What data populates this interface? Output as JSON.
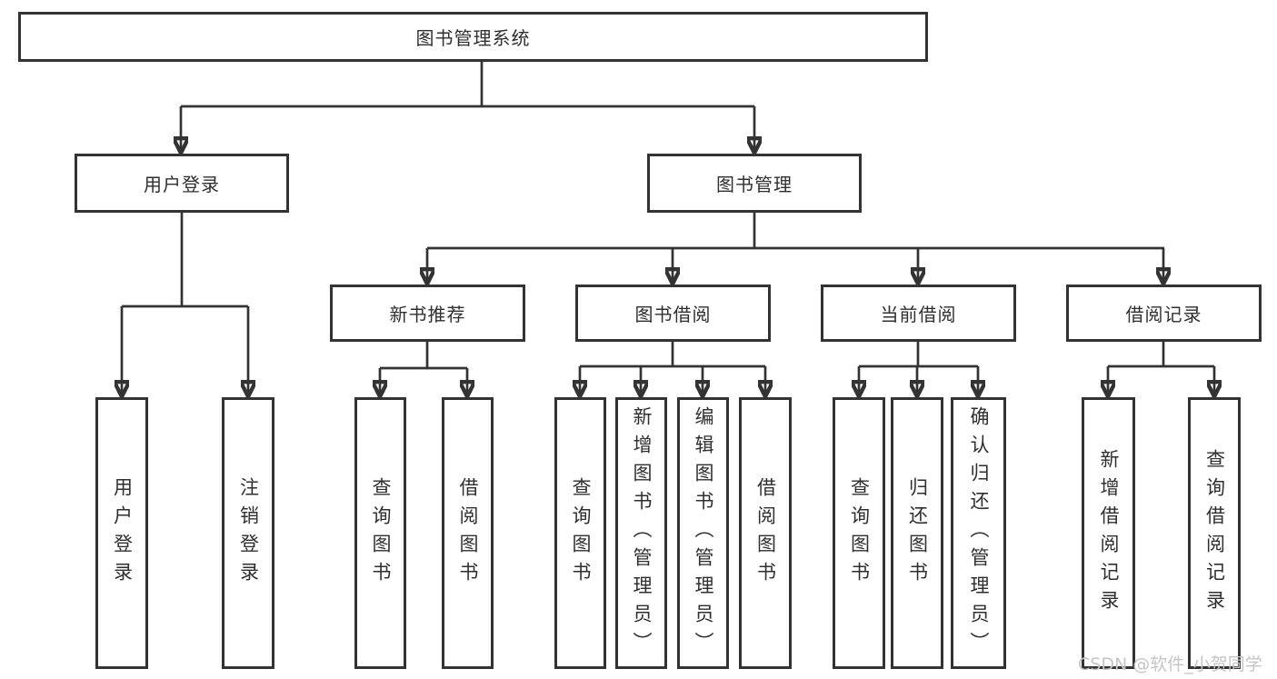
{
  "colors": {
    "line-color": "#333333",
    "text-color": "#2f2f2f",
    "box-bg": "#ffffff",
    "page-bg": "#ffffff",
    "watermark-color": "#c5c5c5"
  },
  "tree": {
    "root": "图书管理系统",
    "user_login": {
      "label": "用户登录",
      "children": [
        "用户登录",
        "注销登录"
      ]
    },
    "book_management": {
      "label": "图书管理",
      "sections": [
        {
          "label": "新书推荐",
          "children": [
            "查询图书",
            "借阅图书"
          ]
        },
        {
          "label": "图书借阅",
          "children": [
            "查询图书",
            "新增图书（管理员）",
            "编辑图书（管理员）",
            "借阅图书"
          ]
        },
        {
          "label": "当前借阅",
          "children": [
            "查询图书",
            "归还图书",
            "确认归还（管理员）"
          ]
        },
        {
          "label": "借阅记录",
          "children": [
            "新增借阅记录",
            "查询借阅记录"
          ]
        }
      ]
    }
  },
  "watermark": {
    "text": "CSDN @软件_小贺同学"
  }
}
